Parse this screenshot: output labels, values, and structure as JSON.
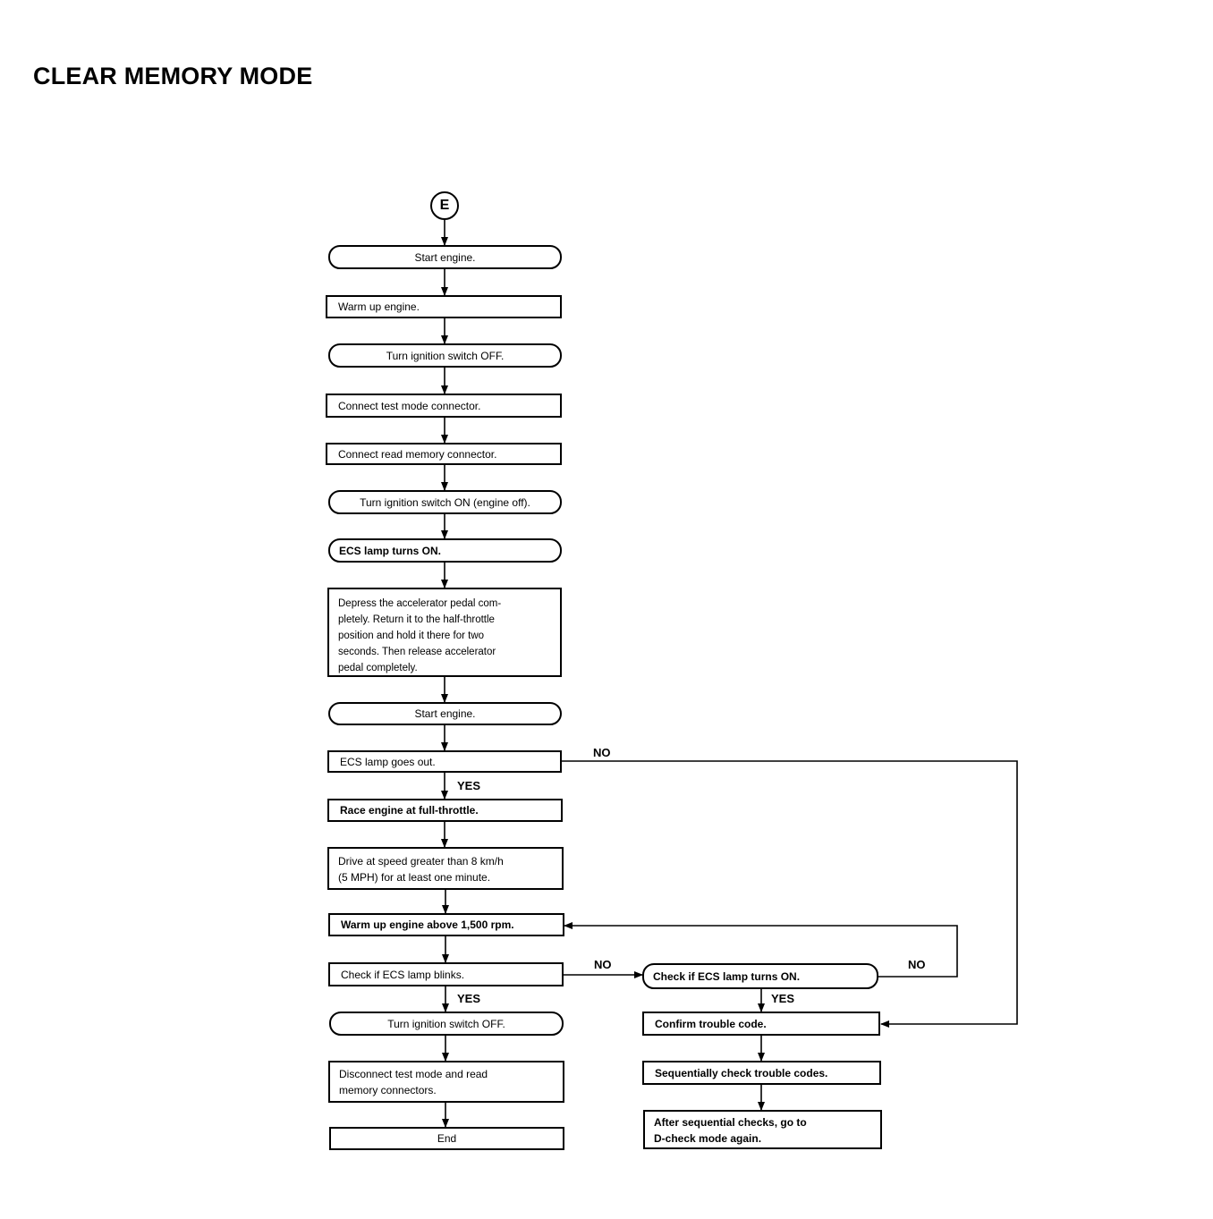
{
  "title": "CLEAR MEMORY MODE",
  "start_connector": "E",
  "steps": {
    "start_engine_1": "Start engine.",
    "warm_up": "Warm up engine.",
    "ign_off_1": "Turn ignition switch OFF.",
    "connect_test": "Connect test mode connector.",
    "connect_read": "Connect read memory connector.",
    "ign_on": "Turn ignition switch ON (engine off).",
    "ecs_on": "ECS lamp turns ON.",
    "depress_pedal": "Depress the accelerator pedal com-\npletely.  Return it to the half-throttle\nposition and hold it there for two\nseconds.  Then release accelerator\npedal completely.",
    "start_engine_2": "Start engine.",
    "ecs_out": "ECS lamp goes out.",
    "race_engine": "Race engine at full-throttle.",
    "drive": "Drive at speed greater than 8 km/h\n(5 MPH) for at least one minute.",
    "warm_1500": "Warm up engine above 1,500 rpm.",
    "check_blinks": "Check if ECS lamp blinks.",
    "ign_off_2": "Turn ignition switch OFF.",
    "disconnect": "Disconnect test mode and read\nmemory connectors.",
    "end": "End",
    "check_turns_on": "Check if ECS lamp turns ON.",
    "confirm_codes": "Confirm trouble code.",
    "seq_check": "Sequentially check trouble codes.",
    "after_seq": "After sequential checks, go to\nD-check mode again."
  },
  "branch_labels": {
    "ecs_out_no": "NO",
    "ecs_out_yes": "YES",
    "blinks_no": "NO",
    "blinks_yes": "YES",
    "turns_on_no": "NO",
    "turns_on_yes": "YES"
  }
}
